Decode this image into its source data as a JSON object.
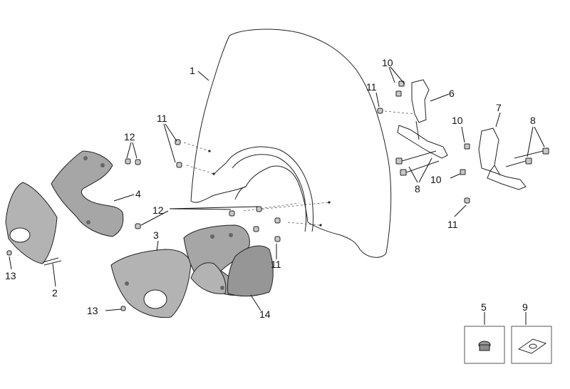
{
  "colors": {
    "panel_fill": "#b3b3b3",
    "panel_dark": "#8e8e8e",
    "line": "#222222",
    "background": "#ffffff"
  },
  "callouts": {
    "c1": "1",
    "c2": "2",
    "c3": "3",
    "c4": "4",
    "c5": "5",
    "c6": "6",
    "c7": "7",
    "c8a": "8",
    "c8b": "8",
    "c9": "9",
    "c10a": "10",
    "c10b": "10",
    "c10c": "10",
    "c11a": "11",
    "c11b": "11",
    "c11c": "11",
    "c11d": "11",
    "c12a": "12",
    "c12b": "12",
    "c13a": "13",
    "c13b": "13",
    "c14": "14"
  }
}
